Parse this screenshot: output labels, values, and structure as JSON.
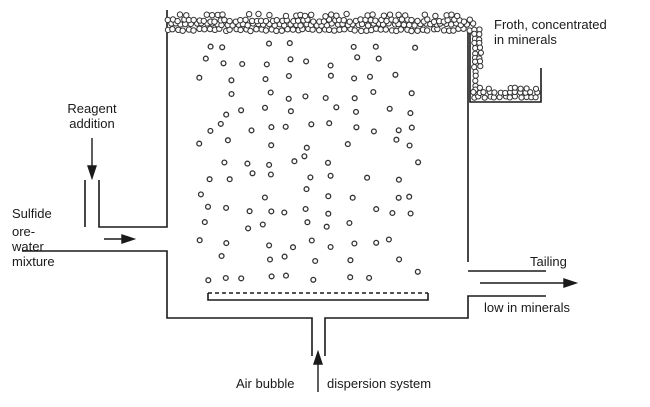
{
  "labels": {
    "reagent_line1": "Reagent",
    "reagent_line2": "addition",
    "feed_line1": "Sulfide",
    "feed_line2": "ore-",
    "feed_line3": "water",
    "feed_line4": "mixture",
    "froth_line1": "Froth, concentrated",
    "froth_line2": "in minerals",
    "tailing_line1": "Tailing",
    "tailing_line2": "low in minerals",
    "air_left": "Air bubble",
    "air_right": "dispersion system"
  },
  "colors": {
    "line": "#1a1a1a",
    "bubble_stroke": "#333333",
    "background": "#ffffff"
  }
}
